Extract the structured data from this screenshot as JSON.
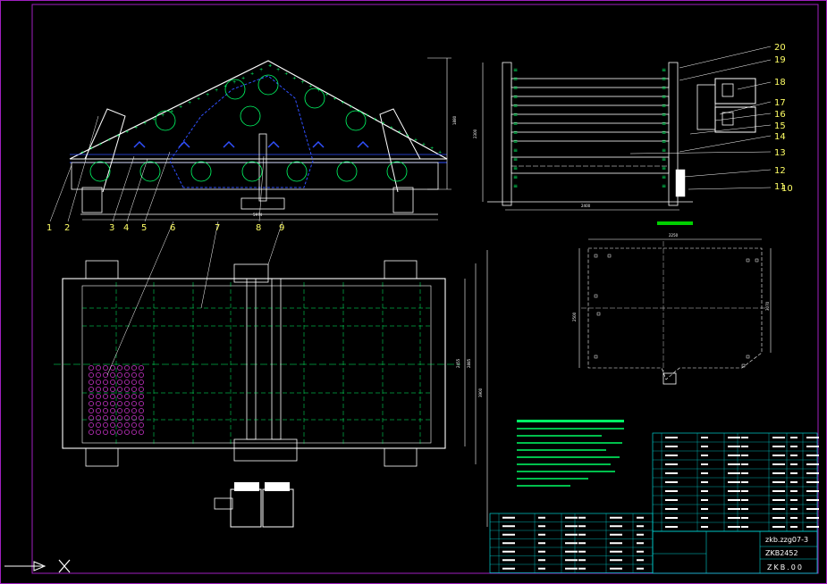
{
  "part_labels": [
    "1",
    "2",
    "3",
    "4",
    "5",
    "6",
    "7",
    "8",
    "9",
    "10",
    "11",
    "12",
    "13",
    "14",
    "15",
    "16",
    "17",
    "18",
    "19",
    "20"
  ],
  "dimensions": {
    "front_width": "5974",
    "front_height": "1880",
    "side_height": "2300",
    "side_width": "2400",
    "plan_width_inner": "2455",
    "plan_width_outer": "2885",
    "plan_length": "3900",
    "base_width": "2250",
    "base_height": "2500",
    "base_side": "3070"
  },
  "title_block": {
    "drawing_number": "ZKB.00",
    "part_code": "zkb.zzg07-3",
    "model": "ZKB2452"
  },
  "colors": {
    "background": "#000000",
    "frame": "#a020c0",
    "outline": "#ffffff",
    "dashed_blue": "#3050ff",
    "bolt_green": "#00ff66",
    "leader_yellow": "#ffff66",
    "title_table": "#00d0d0",
    "screen_magenta": "#ff40ff"
  },
  "icons": {
    "ucs": "ucs-arrow-icon",
    "cross": "cross-x-icon"
  }
}
